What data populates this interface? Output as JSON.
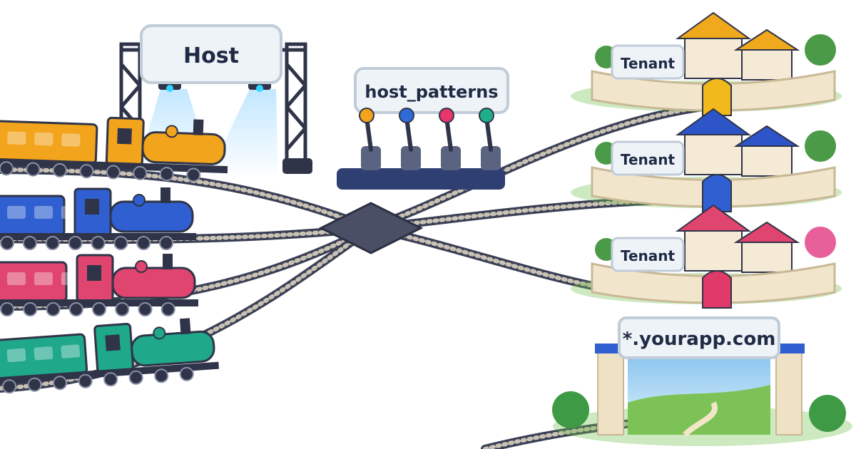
{
  "gantry": {
    "label": "Host"
  },
  "switchboard": {
    "label": "host_patterns",
    "lever_colors": [
      "#f2a41c",
      "#2f6bd8",
      "#e8356b",
      "#1fae8a"
    ]
  },
  "tenants": [
    {
      "label": "Tenant",
      "color": "#f2b91c",
      "roof": "#f0a81c"
    },
    {
      "label": "Tenant",
      "color": "#2f5fd0",
      "roof": "#2d55c8"
    },
    {
      "label": "Tenant",
      "color": "#e03a6a",
      "roof": "#e0456f"
    }
  ],
  "wildcard_gate": {
    "label": "*.yourapp.com"
  },
  "trains": [
    {
      "color": "#f2a41c"
    },
    {
      "color": "#2f5fd0"
    },
    {
      "color": "#e0456f"
    },
    {
      "color": "#1fa88a"
    }
  ]
}
